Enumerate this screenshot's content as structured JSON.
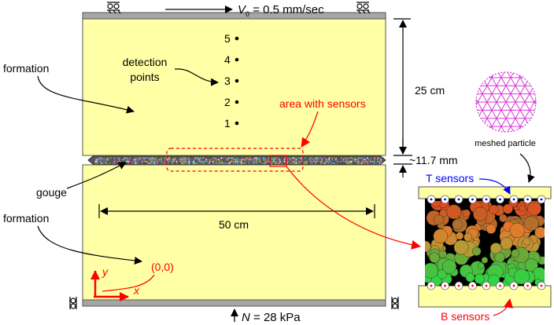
{
  "top_load": {
    "symbol": "V",
    "subscript": "0",
    "text": " = 0.5 mm/sec"
  },
  "bottom_load": {
    "symbol": "N",
    "text": " = 28 kPa"
  },
  "labels": {
    "formation_top": "formation",
    "formation_bottom": "formation",
    "detection_points_line1": "detection",
    "detection_points_line2": "points",
    "gouge": "gouge",
    "area_with_sensors": "area with sensors",
    "origin": "(0,0)",
    "axis_x": "x",
    "axis_y": "y",
    "length_50": "50 cm",
    "height_25": "25 cm",
    "gouge_thickness": "~11.7 mm",
    "meshed_particle": "meshed particle",
    "t_sensors": "T sensors",
    "b_sensors": "B sensors"
  },
  "detection_points": [
    "5",
    "4",
    "3",
    "2",
    "1"
  ],
  "colors": {
    "formation_fill": "#ffffa5",
    "platen": "#a6a6a6",
    "annotation_red": "#ff0000",
    "t_sensor_blue": "#0000ff",
    "mesh_magenta": "#d63ad6"
  }
}
